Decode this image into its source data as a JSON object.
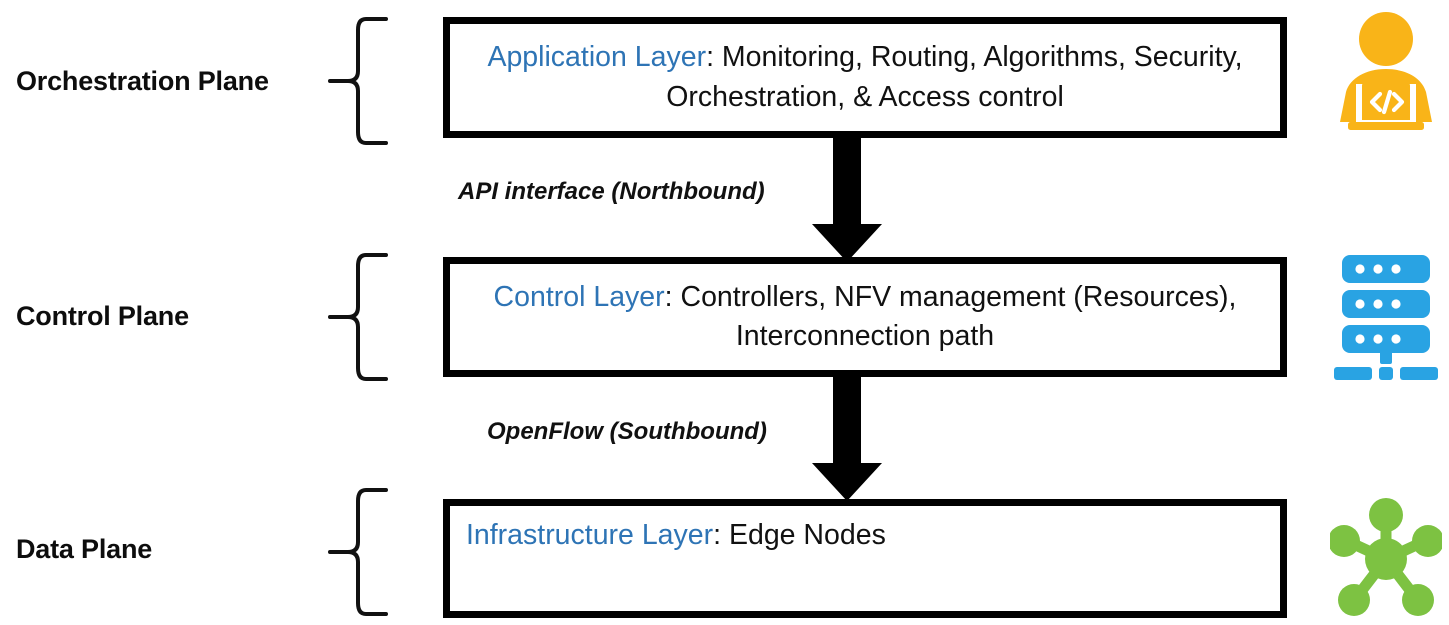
{
  "diagram": {
    "title": "SDN / NFV layered architecture with Orchestration, Control and Data planes",
    "colors": {
      "layer_title_blue": "#2E74B5",
      "body_text": "#111111",
      "box_border": "#000000",
      "arrow": "#000000",
      "developer_icon": "#F9B418",
      "server_icon": "#29A3E3",
      "network_icon": "#7DC242",
      "background": "#FFFFFF"
    }
  },
  "planes": [
    {
      "id": "orchestration",
      "label": "Orchestration Plane"
    },
    {
      "id": "control",
      "label": "Control Plane"
    },
    {
      "id": "data",
      "label": "Data Plane"
    }
  ],
  "layers": [
    {
      "id": "application",
      "title": "Application Layer",
      "separator": ": ",
      "contents": "Monitoring, Routing, Algorithms, Security, Orchestration, & Access control"
    },
    {
      "id": "control",
      "title": "Control Layer",
      "separator": ": ",
      "contents": "Controllers, NFV management (Resources), Interconnection path"
    },
    {
      "id": "infrastructure",
      "title": "Infrastructure Layer",
      "separator": ": ",
      "contents": "Edge Nodes"
    }
  ],
  "interfaces": [
    {
      "id": "northbound",
      "label": "API interface (Northbound)"
    },
    {
      "id": "southbound",
      "label": "OpenFlow (Southbound)"
    }
  ],
  "icons": [
    {
      "id": "developer",
      "name": "developer-with-laptop-icon",
      "color": "#F9B418"
    },
    {
      "id": "server",
      "name": "server-stack-icon",
      "color": "#29A3E3"
    },
    {
      "id": "network",
      "name": "network-hub-icon",
      "color": "#7DC242"
    }
  ]
}
